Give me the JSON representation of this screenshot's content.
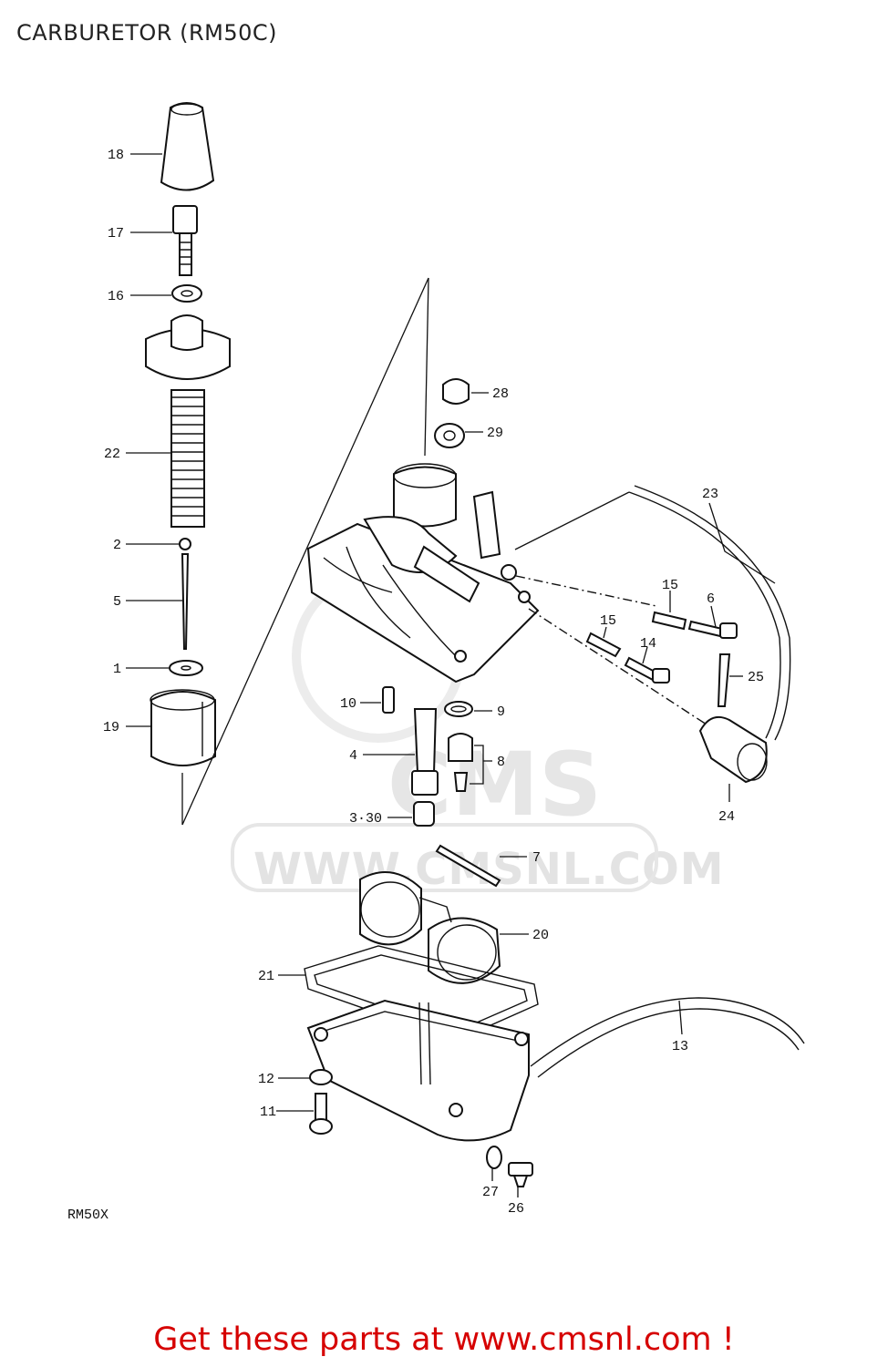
{
  "title": "CARBURETOR (RM50C)",
  "model_code": "RM50X",
  "watermark": {
    "logo": "CMS",
    "url": "WWW.CMSNL.COM"
  },
  "footer": {
    "link_text": "Get these parts at www.cmsnl.com !"
  },
  "callouts": [
    "18",
    "17",
    "16",
    "22",
    "2",
    "5",
    "1",
    "19",
    "28",
    "29",
    "23",
    "15",
    "6",
    "15",
    "14",
    "25",
    "10",
    "9",
    "4",
    "8",
    "3·30",
    "24",
    "7",
    "20",
    "21",
    "13",
    "12",
    "11",
    "27",
    "26"
  ],
  "colors": {
    "footer_text": "#d60000",
    "line_art": "#111111",
    "watermark": "#e3e3e3"
  }
}
